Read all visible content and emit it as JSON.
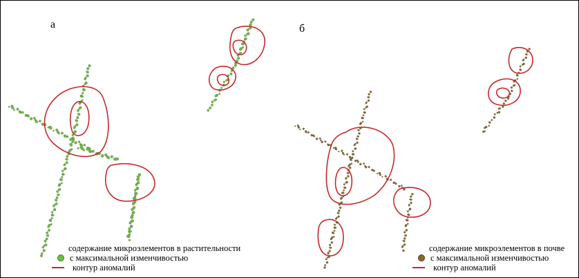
{
  "panels": [
    {
      "label": "а",
      "marker_color": "#6fbf3e",
      "legend": {
        "line1": "содержание микроэлементов в растительности",
        "line2": "с максимальной изменчивостью",
        "line3": "контур аномалий"
      }
    },
    {
      "label": "б",
      "marker_color": "#8a6a2c",
      "legend": {
        "line1": "содержание микроэлементов в почве",
        "line2": "с максимальной изменчивостью",
        "line3": "контур аномалий"
      }
    }
  ],
  "colors": {
    "contour": "#c62828",
    "point_outline": "#555555",
    "point_label": "#333333"
  },
  "icons": {
    "vegetation": "green-dot-icon",
    "soil": "brown-dot-icon",
    "contour": "red-line-icon"
  }
}
